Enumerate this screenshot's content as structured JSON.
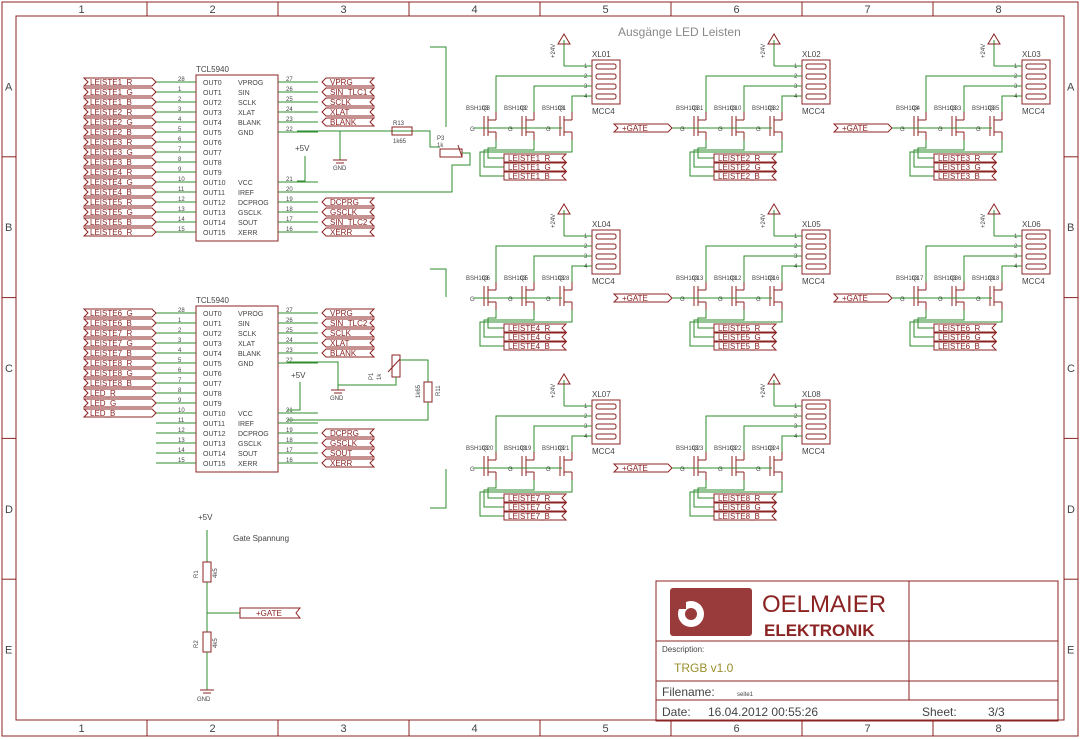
{
  "frame": {
    "cols": [
      "1",
      "2",
      "3",
      "4",
      "5",
      "6",
      "7",
      "8"
    ],
    "rows": [
      "A",
      "B",
      "C",
      "D",
      "E"
    ]
  },
  "title": "Ausgänge LED Leisten",
  "ic": {
    "name": "TCL5940",
    "left_pins": [
      "OUT0",
      "OUT1",
      "OUT2",
      "OUT3",
      "OUT4",
      "OUT5",
      "OUT6",
      "OUT7",
      "OUT8",
      "OUT9",
      "OUT10",
      "OUT11",
      "OUT12",
      "OUT13",
      "OUT14",
      "OUT15"
    ],
    "left_nums": [
      "28",
      "1",
      "2",
      "3",
      "4",
      "5",
      "6",
      "7",
      "8",
      "9",
      "10",
      "11",
      "12",
      "13",
      "14",
      "15"
    ],
    "right_pins": [
      "VPROG",
      "SIN",
      "SCLK",
      "XLAT",
      "BLANK",
      "GND",
      "VCC",
      "IREF",
      "DCPROG",
      "GSCLK",
      "SOUT",
      "XERR"
    ],
    "right_nums": [
      "27",
      "26",
      "25",
      "24",
      "23",
      "22",
      "21",
      "20",
      "19",
      "18",
      "17",
      "16"
    ]
  },
  "ic1": {
    "inputs": [
      "LEISTE1_R",
      "LEISTE1_G",
      "LEISTE1_B",
      "LEISTE2_R",
      "LEISTE2_G",
      "LEISTE2_B",
      "LEISTE3_R",
      "LEISTE3_G",
      "LEISTE3_B",
      "LEISTE4_R",
      "LEISTE4_G",
      "LEISTE4_B",
      "LEISTE5_R",
      "LEISTE5_G",
      "LEISTE5_B",
      "LEISTE6_R"
    ],
    "outputs": [
      "VPRG",
      "SIN_TLC1",
      "SCLK",
      "XLAT",
      "BLANK",
      "DCPRG",
      "GSCLK",
      "SIN_TLC2",
      "XERR"
    ]
  },
  "ic2": {
    "inputs": [
      "LEISTE6_G",
      "LEISTE6_B",
      "LEISTE7_R",
      "LEISTE7_G",
      "LEISTE7_B",
      "LEISTE8_R",
      "LEISTE8_G",
      "LEISTE8_B",
      "LED_R",
      "LED_G",
      "LED_B"
    ],
    "outputs": [
      "VPRG",
      "SIN_TLC2",
      "SCLK",
      "XLAT",
      "BLANK",
      "DCPRG",
      "GSCLK",
      "SOUT",
      "XERR"
    ]
  },
  "power": {
    "v5": "+5V",
    "v24": "+24V",
    "gnd": "GND",
    "gate": "+GATE"
  },
  "components": {
    "r13": "R13",
    "r13_val": "1k65",
    "p3": "P3",
    "p3_val": "1k",
    "p1": "P1",
    "p1_val": "1k",
    "r11": "R11",
    "r11_val": "1k65",
    "r1": "R1",
    "r2": "R2",
    "r_val": "4k5"
  },
  "connectors": [
    "XL01",
    "XL02",
    "XL03",
    "XL04",
    "XL05",
    "XL06",
    "XL07",
    "XL08"
  ],
  "connector_type": "MCC4",
  "mosfet_label": "BSH103",
  "mosfet_ids": [
    [
      "Q3",
      "Q2",
      "Q1"
    ],
    [
      "Q31",
      "Q10",
      "Q32"
    ],
    [
      "Q4",
      "Q33",
      "Q35"
    ],
    [
      "Q6",
      "Q5",
      "Q28"
    ],
    [
      "Q13",
      "Q12",
      "Q16"
    ],
    [
      "Q17",
      "Q36",
      "Q18"
    ],
    [
      "Q20",
      "Q19",
      "Q21"
    ],
    [
      "Q23",
      "Q22",
      "Q24"
    ]
  ],
  "leiste_labels": [
    [
      "LEISTE1_R",
      "LEISTE1_G",
      "LEISTE1_B"
    ],
    [
      "LEISTE2_R",
      "LEISTE2_G",
      "LEISTE2_B"
    ],
    [
      "LEISTE3_R",
      "LEISTE3_G",
      "LEISTE3_B"
    ],
    [
      "LEISTE4_R",
      "LEISTE4_G",
      "LEISTE4_B"
    ],
    [
      "LEISTE5_R",
      "LEISTE5_G",
      "LEISTE5_B"
    ],
    [
      "LEISTE6_R",
      "LEISTE6_G",
      "LEISTE6_B"
    ],
    [
      "LEISTE7_R",
      "LEISTE7_G",
      "LEISTE7_B"
    ],
    [
      "LEISTE8_R",
      "LEISTE8_G",
      "LEISTE8_B"
    ]
  ],
  "gate_note": "Gate Spannung",
  "titleblock": {
    "brand1": "OELMAIER",
    "brand2": "ELEKTRONIK",
    "desc_label": "Description:",
    "desc_value": "TRGB v1.0",
    "filename_label": "Filename:",
    "filename_value": "seite1",
    "date_label": "Date:",
    "date_value": "16.04.2012 00:55:26",
    "sheet_label": "Sheet:",
    "sheet_value": "3/3"
  }
}
